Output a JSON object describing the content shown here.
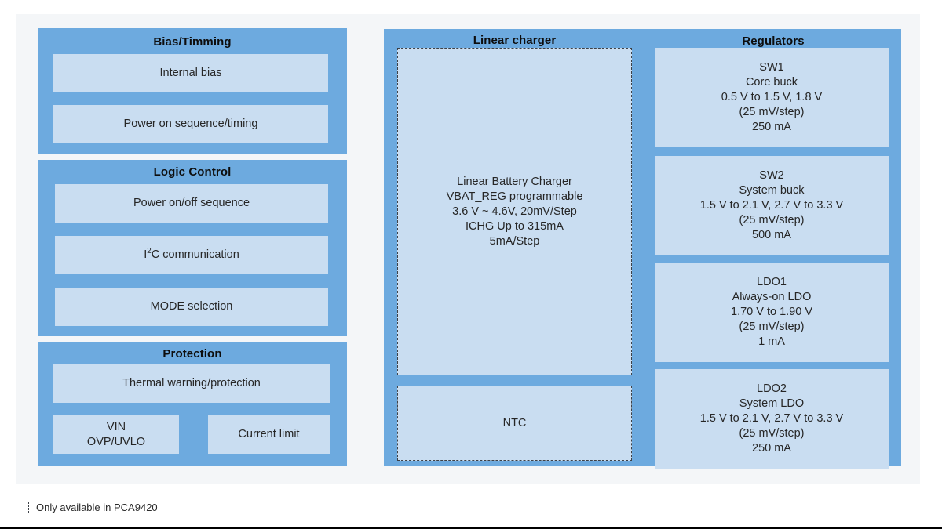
{
  "diagram": {
    "title_visible": false,
    "colors": {
      "panel_blue": "#6daadf",
      "block_light_blue": "#c9ddf1",
      "page_background": "#f4f6f8",
      "dashed_border": "#3d4147",
      "text": "#262626"
    }
  },
  "groups": {
    "bias_timing": {
      "title": "Bias/Timming",
      "blocks": [
        {
          "label": "Internal bias"
        },
        {
          "label": "Power on sequence/timing"
        }
      ]
    },
    "logic_control": {
      "title": "Logic Control",
      "blocks": [
        {
          "label": "Power on/off sequence"
        },
        {
          "label_prefix": "I",
          "label_sup": "2",
          "label_suffix": "C communication",
          "label": "I2C communication"
        },
        {
          "label": "MODE selection"
        }
      ]
    },
    "protection": {
      "title": "Protection",
      "blocks": [
        {
          "label": "Thermal warning/protection"
        },
        {
          "line1": "VIN",
          "line2": "OVP/UVLO"
        },
        {
          "label": "Current limit"
        }
      ]
    },
    "linear_charger": {
      "title": "Linear charger",
      "blocks": [
        {
          "dashed": true,
          "lines": [
            "Linear Battery Charger",
            "VBAT_REG programmable",
            "3.6 V ~ 4.6V, 20mV/Step",
            "ICHG Up to 315mA",
            "5mA/Step"
          ]
        },
        {
          "dashed": true,
          "lines": [
            "NTC"
          ]
        }
      ]
    },
    "regulators": {
      "title": "Regulators",
      "blocks": [
        {
          "lines": [
            "SW1",
            "Core buck",
            "0.5 V to 1.5 V, 1.8 V",
            "(25 mV/step)",
            "250 mA"
          ]
        },
        {
          "lines": [
            "SW2",
            "System buck",
            "1.5 V to 2.1 V, 2.7 V to 3.3 V",
            "(25 mV/step)",
            "500 mA"
          ]
        },
        {
          "lines": [
            "LDO1",
            "Always-on LDO",
            "1.70 V to 1.90 V",
            "(25 mV/step)",
            "1 mA"
          ]
        },
        {
          "lines": [
            "LDO2",
            "System LDO",
            "1.5 V to 2.1 V, 2.7 V to 3.3 V",
            "(25 mV/step)",
            "250 mA"
          ]
        }
      ]
    }
  },
  "legend": {
    "text": "Only available in PCA9420",
    "swatch_style": "dashed-square"
  }
}
